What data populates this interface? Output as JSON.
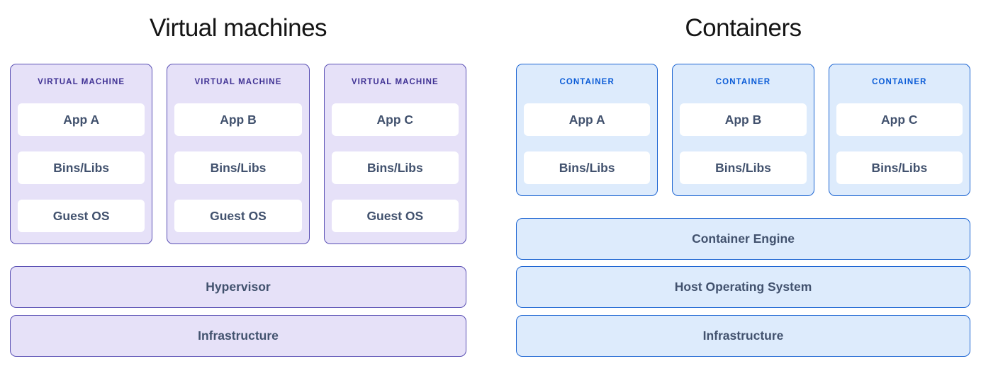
{
  "colors": {
    "purple_fill": "#E6E1F8",
    "purple_border": "#5A50B4",
    "purple_header_text": "#403294",
    "blue_fill": "#DDEBFC",
    "blue_border": "#1D65D2",
    "blue_header_text": "#0B5CD7",
    "body_text": "#42526E",
    "title_text": "#151515",
    "layer_fill": "#FFFFFF"
  },
  "left": {
    "title": "Virtual machines",
    "cards": [
      {
        "header": "VIRTUAL MACHINE",
        "layers": [
          "App A",
          "Bins/Libs",
          "Guest OS"
        ]
      },
      {
        "header": "VIRTUAL MACHINE",
        "layers": [
          "App B",
          "Bins/Libs",
          "Guest OS"
        ]
      },
      {
        "header": "VIRTUAL MACHINE",
        "layers": [
          "App C",
          "Bins/Libs",
          "Guest OS"
        ]
      }
    ],
    "bars": [
      "Hypervisor",
      "Infrastructure"
    ]
  },
  "right": {
    "title": "Containers",
    "cards": [
      {
        "header": "CONTAINER",
        "layers": [
          "App A",
          "Bins/Libs"
        ]
      },
      {
        "header": "CONTAINER",
        "layers": [
          "App B",
          "Bins/Libs"
        ]
      },
      {
        "header": "CONTAINER",
        "layers": [
          "App C",
          "Bins/Libs"
        ]
      }
    ],
    "bars": [
      "Container Engine",
      "Host Operating System",
      "Infrastructure"
    ]
  }
}
